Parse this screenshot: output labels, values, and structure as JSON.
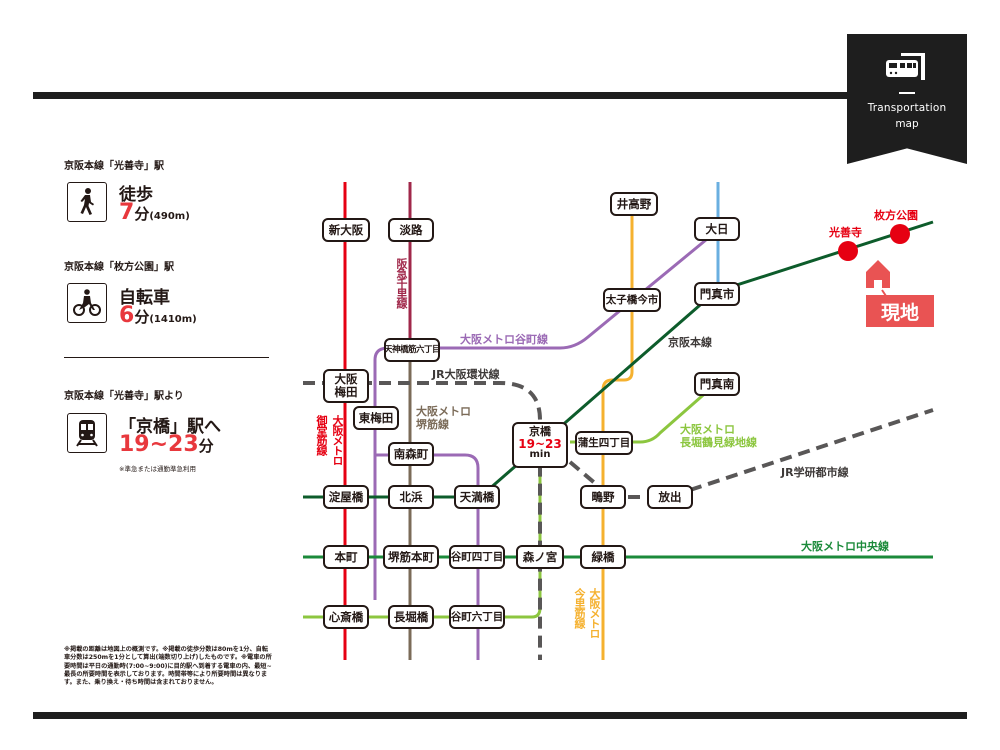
{
  "badge": {
    "icon": "train-station-icon",
    "title_line1": "Transportation",
    "title_line2": "map"
  },
  "access": [
    {
      "from": "京阪本線「光善寺」駅",
      "icon": "walking-icon",
      "mode": "徒歩",
      "time": "7",
      "unit": "分",
      "distance": "(490m)"
    },
    {
      "from": "京阪本線「枚方公園」駅",
      "icon": "bicycle-icon",
      "mode": "自転車",
      "time": "6",
      "unit": "分",
      "distance": "(1410m)"
    },
    {
      "from": "京阪本線「光善寺」駅より",
      "icon": "train-icon",
      "mode": "「京橋」駅へ",
      "time": "19~23",
      "unit": "分",
      "note": "※準急または通勤準急利用"
    }
  ],
  "disclaimer": "※掲載の距離は地図上の概測です。※掲載の徒歩分数は80mを1分、自転車分数は250mを1分として算出(端数切り上げ)したものです。※電車の所要時間は平日の通勤時(7:00~9:00)に目的駅へ到着する電車の内、最短~最長の所要時間を表示しております。時間帯等により所要時間は異なります。また、乗り換え・待ち時間は含まれておりません。",
  "colors": {
    "accent_red": "#e8383d",
    "midosuji": "#e60012",
    "sakaisuji": "#7b6b58",
    "tanimachi": "#9b6ab5",
    "keihan": "#0d5c2b",
    "chuo": "#1b8a3a",
    "nagahori": "#8cc63f",
    "imazatosuji": "#f5b12f",
    "monorail": "#6aafe0",
    "jr": "#595757",
    "senri": "#a0284a",
    "here": "#e95353"
  },
  "stations": {
    "shin_osaka": "新大阪",
    "awaji": "淡路",
    "itakano": "井高野",
    "dainichi": "大日",
    "tenjimbashi": "天神橋筋六丁目",
    "taishibashi": "太子橋今市",
    "kadoma": "門真市",
    "umeda": "大阪\n梅田",
    "higashi_umeda": "東梅田",
    "minami_morimachi": "南森町",
    "kadoma_minami": "門真南",
    "gamo": "蒲生四丁目",
    "shigino": "鴫野",
    "hanaten": "放出",
    "yodoyabashi": "淀屋橋",
    "kitahama": "北浜",
    "temmabashi": "天満橋",
    "hommachi": "本町",
    "sakaisuji_hommachi": "堺筋本町",
    "tanimachi4": "谷町四丁目",
    "morinomiya": "森ノ宮",
    "midoribashi": "緑橋",
    "shinsaibashi": "心斎橋",
    "nagahoribashi": "長堀橋",
    "tanimachi6": "谷町六丁目",
    "kyobashi": "京橋",
    "kyobashi_time": "19~23",
    "kyobashi_unit": "min",
    "kozenji": "光善寺",
    "hirakata_koen": "枚方公園"
  },
  "lines": {
    "senri": "阪急千里線",
    "tanimachi": "大阪メトロ谷町線",
    "loop": "JR大阪環状線",
    "sakaisuji_1": "大阪メトロ",
    "sakaisuji_2": "堺筋線",
    "midosuji_1": "大阪メトロ",
    "midosuji_2": "御堂筋線",
    "keihan": "京阪本線",
    "nagahori_1": "大阪メトロ",
    "nagahori_2": "長堀鶴見緑地線",
    "gakken": "JR学研都市線",
    "chuo": "大阪メトロ中央線",
    "imazato_1": "大阪メトロ",
    "imazato_2": "今里筋線"
  },
  "here_label": "現地"
}
